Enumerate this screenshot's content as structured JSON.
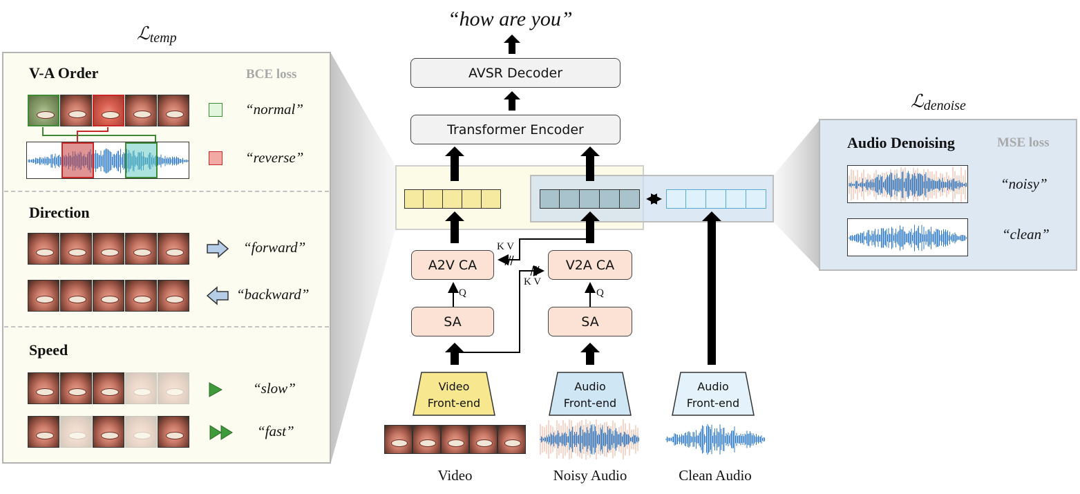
{
  "left_panel": {
    "loss_title": "ℒ",
    "loss_sub": "temp",
    "va_order": {
      "title": "V-A Order",
      "loss": "BCE loss",
      "labels": [
        "“normal”",
        "“reverse”"
      ]
    },
    "direction": {
      "title": "Direction",
      "labels": [
        "“forward”",
        "“backward”"
      ]
    },
    "speed": {
      "title": "Speed",
      "labels": [
        "“slow”",
        "“fast”"
      ]
    }
  },
  "right_panel": {
    "loss_title": "ℒ",
    "loss_sub": "denoise",
    "title": "Audio Denoising",
    "loss": "MSE loss",
    "labels": [
      "“noisy”",
      "“clean”"
    ]
  },
  "center": {
    "output_text": "“how are you”",
    "decoder": "AVSR Decoder",
    "encoder": "Transformer Encoder",
    "a2v": "A2V CA",
    "v2a": "V2A CA",
    "sa": "SA",
    "kv": "K V",
    "q": "Q",
    "video_frontend": [
      "Video",
      "Front-end"
    ],
    "audio_frontend": [
      "Audio",
      "Front-end"
    ],
    "inputs": [
      "Video",
      "Noisy Audio",
      "Clean Audio"
    ]
  },
  "colors": {
    "visual_token": "#f6e9a0",
    "audio_token": "#a9c3cc",
    "clean_token": "#dff2fb",
    "video_frontend": "#f7e88f",
    "audio_frontend": "#cfe6f5",
    "wave_blue": "#2f78c4",
    "green": "#3d8a35",
    "red": "#c62828"
  }
}
